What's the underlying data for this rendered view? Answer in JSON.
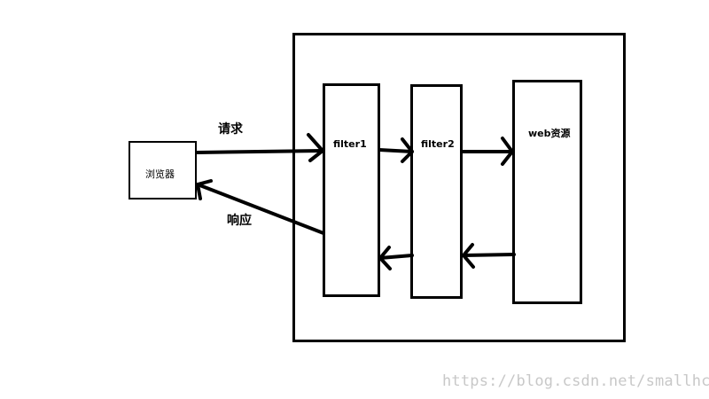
{
  "labels": {
    "browser": "浏览器",
    "filter1": "filter1",
    "filter2": "filter2",
    "web_resource": "web资源",
    "request": "请求",
    "response": "响应"
  },
  "watermark": "https://blog.csdn.net/smallhc"
}
